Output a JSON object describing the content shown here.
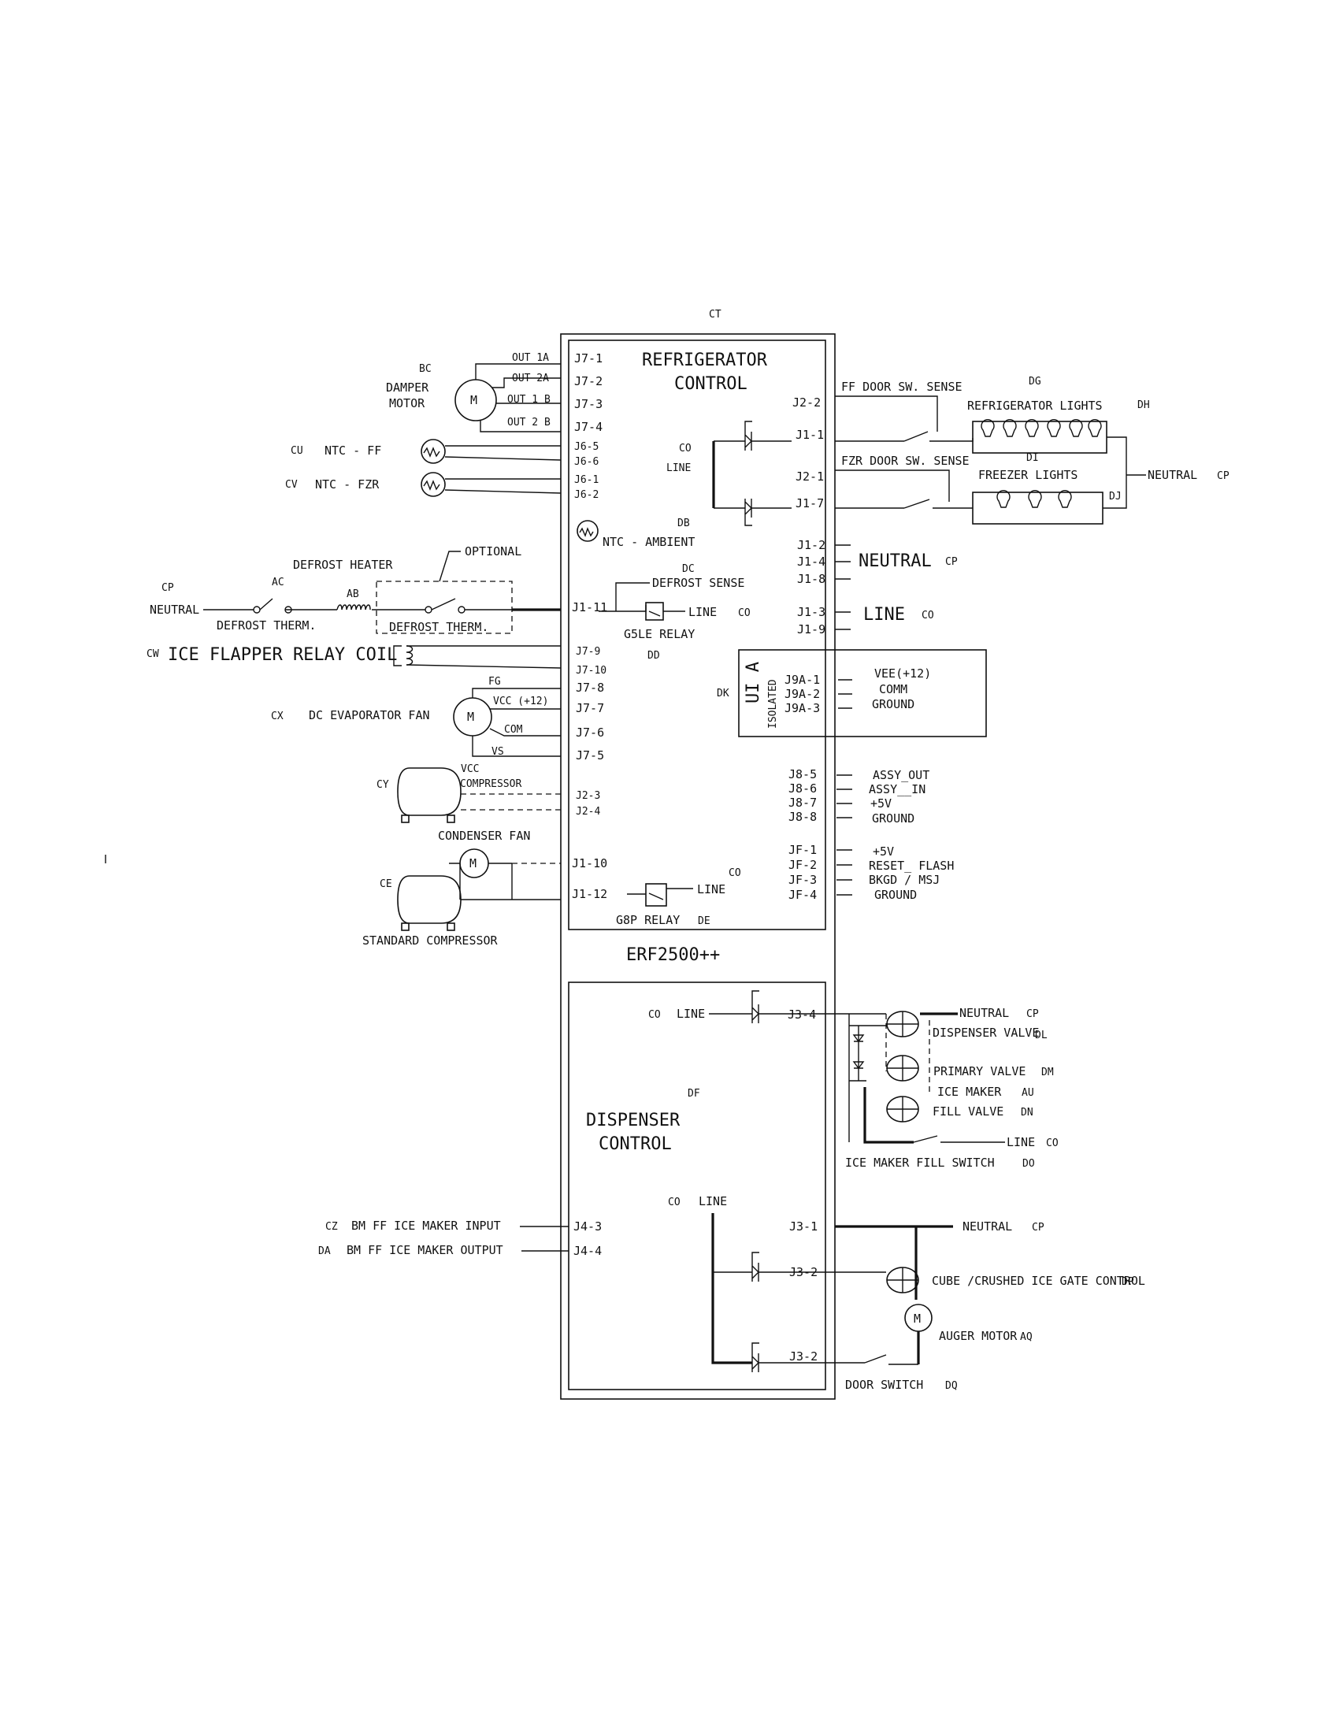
{
  "refs": {
    "CT": "CT",
    "BC": "BC",
    "CU": "CU",
    "CV": "CV",
    "CO": "CO",
    "DB": "DB",
    "DC": "DC",
    "DD": "DD",
    "DK": "DK",
    "CP": "CP",
    "AC": "AC",
    "AB": "AB",
    "CW": "CW",
    "CX": "CX",
    "CY": "CY",
    "CE": "CE",
    "DE": "DE",
    "DG": "DG",
    "DH": "DH",
    "DI": "DI",
    "DJ": "DJ",
    "DF": "DF",
    "DL": "DL",
    "DM": "DM",
    "AU": "AU",
    "DN": "DN",
    "DO": "DO",
    "CZ": "CZ",
    "DA": "DA",
    "DP": "DP",
    "AQ": "AQ",
    "DQ": "DQ"
  },
  "main_board": {
    "title_line1": "REFRIGERATOR",
    "title_line2": "CONTROL",
    "model": "ERF2500++"
  },
  "dispenser_board": {
    "title_line1": "DISPENSER",
    "title_line2": "CONTROL"
  },
  "left_pins": {
    "J7_1": "J7-1",
    "J7_2": "J7-2",
    "J7_3": "J7-3",
    "J7_4": "J7-4",
    "J6_5": "J6-5",
    "J6_6": "J6-6",
    "J6_1": "J6-1",
    "J6_2": "J6-2",
    "J1_11": "J1-11",
    "J7_9": "J7-9",
    "J7_10": "J7-10",
    "J7_8": "J7-8",
    "J7_7": "J7-7",
    "J7_6": "J7-6",
    "J7_5": "J7-5",
    "J2_3": "J2-3",
    "J2_4": "J2-4",
    "J1_10": "J1-10",
    "J1_12": "J1-12",
    "J4_3": "J4-3",
    "J4_4": "J4-4"
  },
  "right_pins": {
    "J2_2": "J2-2",
    "J1_1": "J1-1",
    "J2_1": "J2-1",
    "J1_7": "J1-7",
    "J1_2": "J1-2",
    "J1_4": "J1-4",
    "J1_8": "J1-8",
    "J1_3": "J1-3",
    "J1_9": "J1-9",
    "J9A_1": "J9A-1",
    "J9A_2": "J9A-2",
    "J9A_3": "J9A-3",
    "J8_5": "J8-5",
    "J8_6": "J8-6",
    "J8_7": "J8-7",
    "J8_8": "J8-8",
    "JF_1": "JF-1",
    "JF_2": "JF-2",
    "JF_3": "JF-3",
    "JF_4": "JF-4",
    "J3_4": "J3-4",
    "J3_1": "J3-1",
    "J3_2a": "J3-2",
    "J3_2b": "J3-2"
  },
  "labels": {
    "out_1a": "OUT 1A",
    "out_2a": "OUT 2A",
    "out_1b": "OUT 1 B",
    "out_2b": "OUT 2 B",
    "damper1": "DAMPER",
    "damper2": "MOTOR",
    "motor_m": "M",
    "ntc_ff": "NTC  - FF",
    "ntc_fzr": "NTC  - FZR",
    "ntc_ambient": "NTC  - AMBIENT",
    "line": "LINE",
    "optional": "OPTIONAL",
    "defrost_heater": "DEFROST HEATER",
    "neutral": "NEUTRAL",
    "defrost_therm": "DEFROST THERM.",
    "defrost_therm2": "DEFROST THERM.",
    "defrost_sense": "DEFROST SENSE",
    "g5le_relay": "G5LE RELAY",
    "ice_flapper": "ICE FLAPPER RELAY COIL",
    "fg": "FG",
    "vcc12": "VCC (+12)",
    "com": "COM",
    "vs": "VS",
    "dc_evap_fan": "DC EVAPORATOR FAN",
    "vcc": "VCC",
    "compressor": "COMPRESSOR",
    "condenser_fan": "CONDENSER FAN",
    "standard_compressor": "STANDARD COMPRESSOR",
    "g8p_relay": "G8P RELAY",
    "ff_door_sense": "FF DOOR SW. SENSE",
    "fzr_door_sense": "FZR DOOR SW. SENSE",
    "refrigerator_lights": "REFRIGERATOR LIGHTS",
    "freezer_lights": "FREEZER LIGHTS",
    "neutral_cp": "NEUTRAL",
    "ui_a": "UI A",
    "isolated": "ISOLATED",
    "vee12": "VEE(+12)",
    "comm": "COMM",
    "ground": "GROUND",
    "assy_out": "ASSY_OUT",
    "assy_in": "ASSY__IN",
    "plus5v": "+5V",
    "reset_flash": "RESET_ FLASH",
    "bkgd_msj": "BKGD / MSJ",
    "dispenser_valve": "DISPENSER VALVE",
    "primary_valve": "PRIMARY VALVE",
    "ice_maker": "ICE MAKER",
    "fill_valve": "FILL VALVE",
    "ice_maker_fill_switch": "ICE MAKER FILL SWITCH",
    "bm_input": "BM FF ICE MAKER INPUT",
    "bm_output": "BM FF ICE MAKER OUTPUT",
    "cube_crushed": "CUBE /CRUSHED ICE GATE CONTROL",
    "auger_motor": "AUGER MOTOR",
    "door_switch": "DOOR SWITCH"
  }
}
